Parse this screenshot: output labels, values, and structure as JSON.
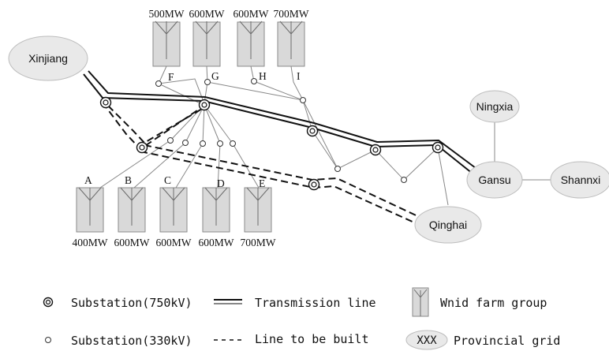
{
  "grids": {
    "xinjiang": "Xinjiang",
    "ningxia": "Ningxia",
    "gansu": "Gansu",
    "shannxi": "Shannxi",
    "qinghai": "Qinghai"
  },
  "farms_top": [
    {
      "capacity": "500MW",
      "label": "F"
    },
    {
      "capacity": "600MW",
      "label": "G"
    },
    {
      "capacity": "600MW",
      "label": "H"
    },
    {
      "capacity": "700MW",
      "label": "I"
    }
  ],
  "farms_bottom": [
    {
      "capacity": "400MW",
      "label": "A"
    },
    {
      "capacity": "600MW",
      "label": "B"
    },
    {
      "capacity": "600MW",
      "label": "C"
    },
    {
      "capacity": "600MW",
      "label": "D"
    },
    {
      "capacity": "700MW",
      "label": "E"
    }
  ],
  "legend": {
    "substation_750": "Substation(750kV)",
    "substation_330": "Substation(330kV)",
    "transmission_line": "Transmission line",
    "line_to_be_built": "Line to be built",
    "wind_farm_group": "Wnid farm group",
    "provincial_grid": "Provincial grid",
    "provincial_grid_symbol": "XXX"
  }
}
